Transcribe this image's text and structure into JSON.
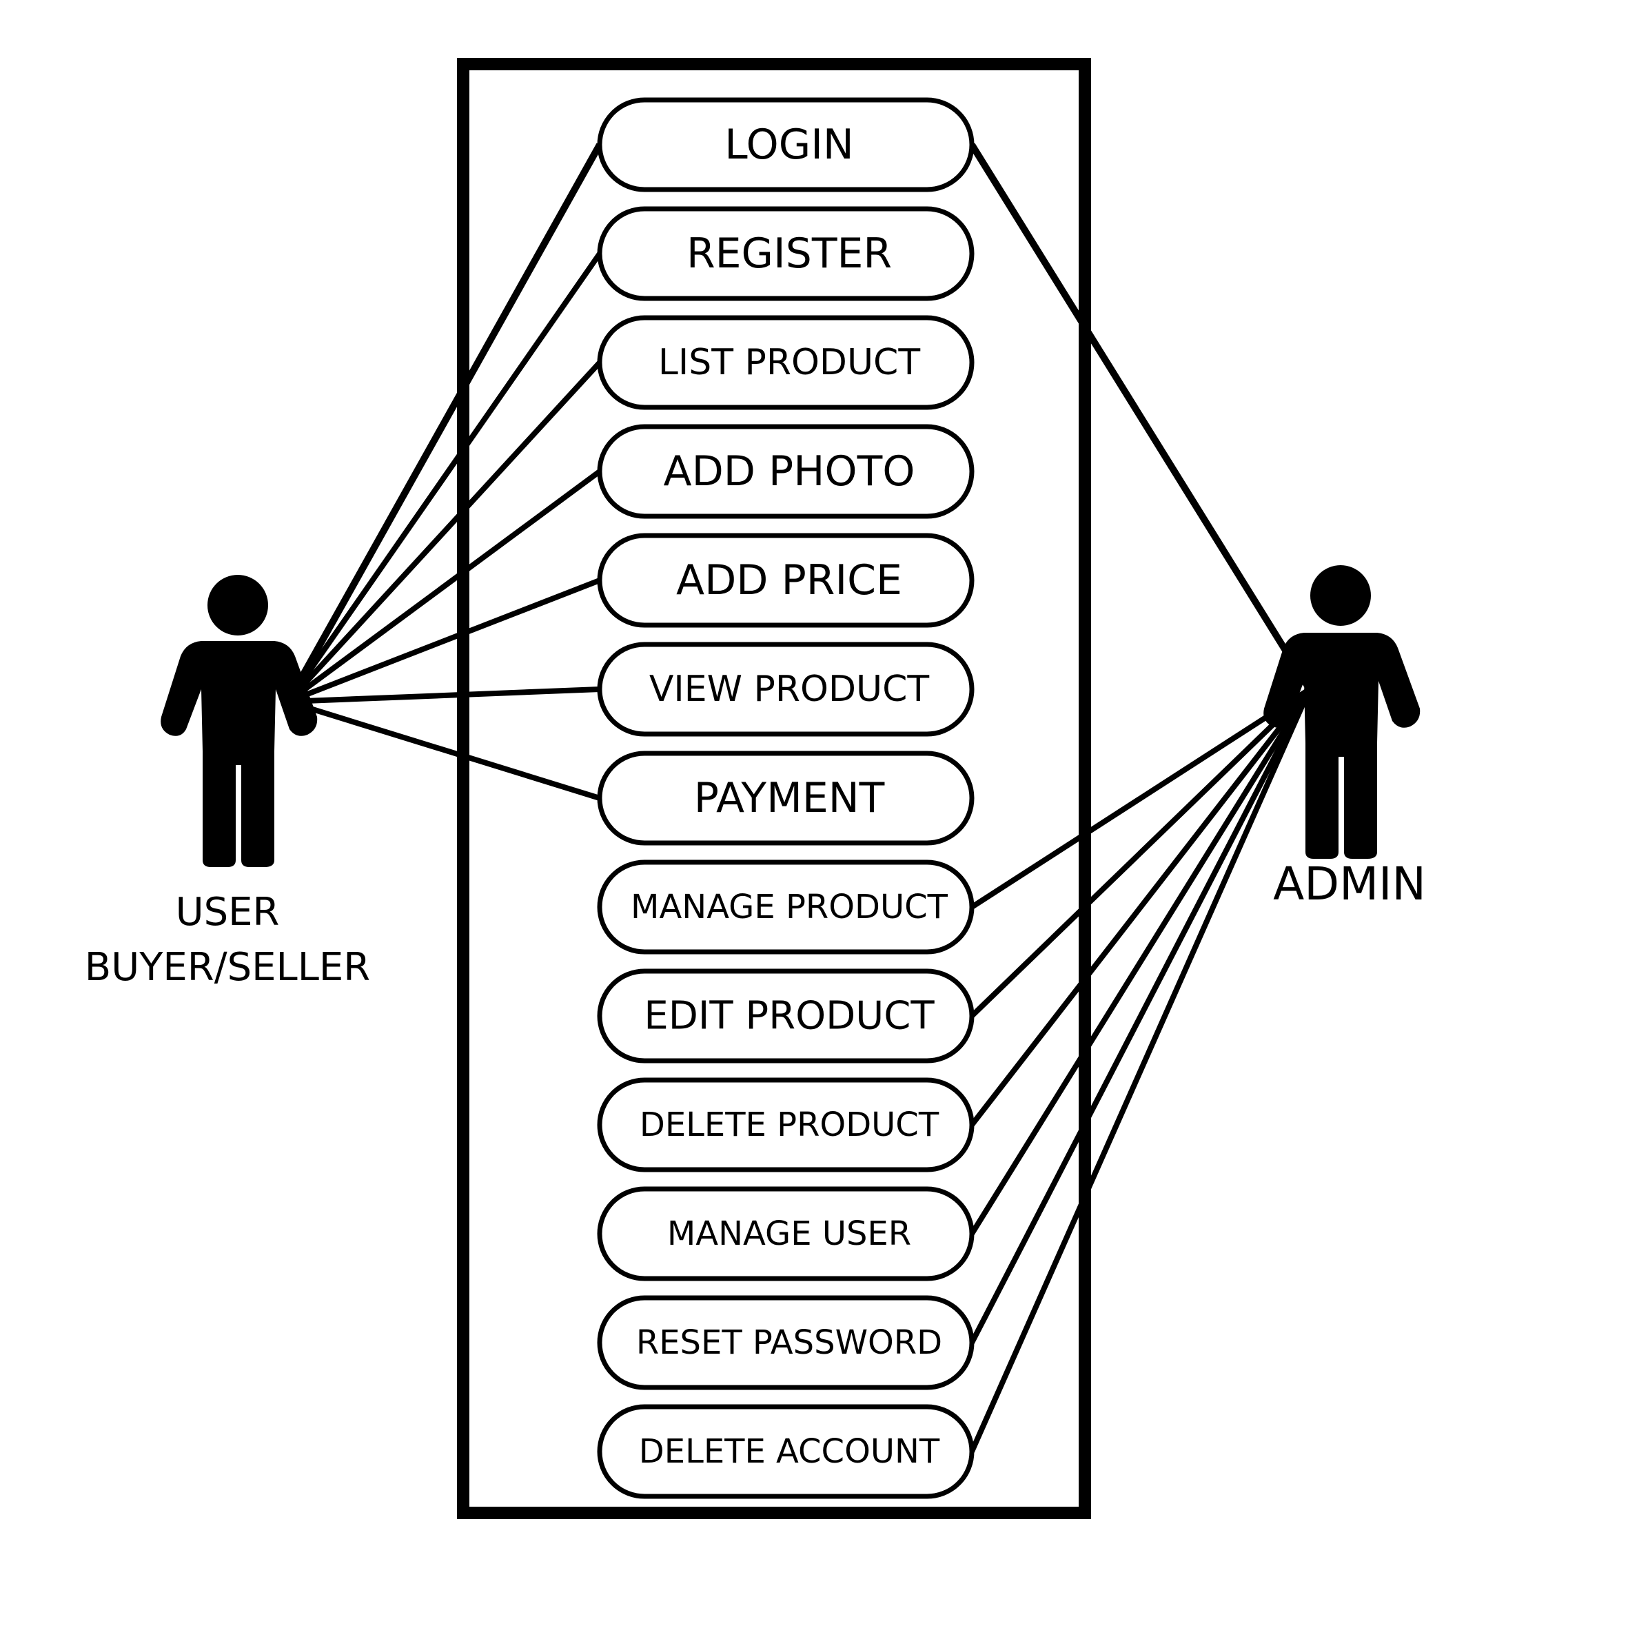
{
  "colors": {
    "ink": "#000000",
    "background": "#ffffff"
  },
  "actors": {
    "user": {
      "line1": "USER",
      "line2": "BUYER/SELLER",
      "icon": "stick-person-icon"
    },
    "admin": {
      "label": "ADMIN",
      "icon": "stick-person-icon"
    }
  },
  "use_cases": [
    {
      "label": "LOGIN",
      "actors": [
        "user",
        "admin"
      ]
    },
    {
      "label": "REGISTER",
      "actors": [
        "user"
      ]
    },
    {
      "label": "LIST PRODUCT",
      "actors": [
        "user"
      ]
    },
    {
      "label": "ADD PHOTO",
      "actors": [
        "user"
      ]
    },
    {
      "label": "ADD PRICE",
      "actors": [
        "user"
      ]
    },
    {
      "label": "VIEW PRODUCT",
      "actors": [
        "user"
      ]
    },
    {
      "label": "PAYMENT",
      "actors": [
        "user"
      ]
    },
    {
      "label": "MANAGE PRODUCT",
      "actors": [
        "admin"
      ]
    },
    {
      "label": "EDIT PRODUCT",
      "actors": [
        "admin"
      ]
    },
    {
      "label": "DELETE PRODUCT",
      "actors": [
        "admin"
      ]
    },
    {
      "label": "MANAGE USER",
      "actors": [
        "admin"
      ]
    },
    {
      "label": "RESET PASSWORD",
      "actors": [
        "admin"
      ]
    },
    {
      "label": "DELETE ACCOUNT",
      "actors": [
        "admin"
      ]
    }
  ]
}
